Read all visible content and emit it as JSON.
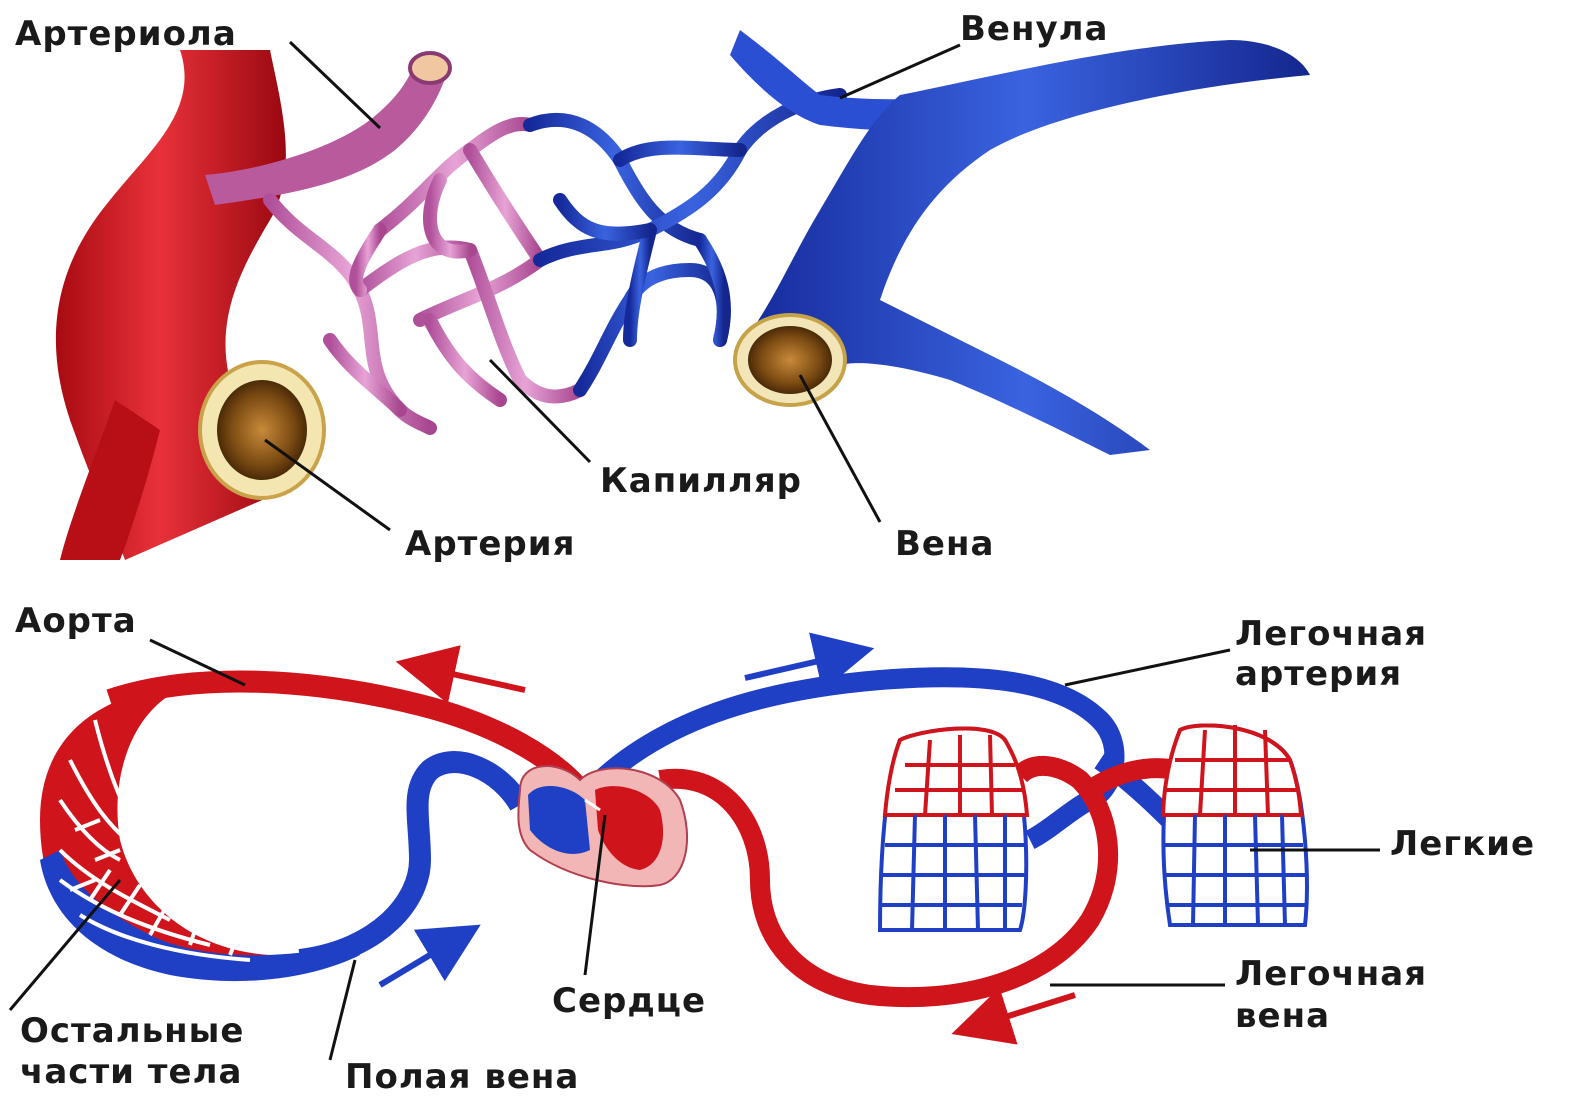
{
  "top_panel": {
    "labels": {
      "arteriole": "Артериола",
      "venule": "Венула",
      "capillary": "Капилляр",
      "artery": "Артерия",
      "vein": "Вена"
    }
  },
  "bottom_panel": {
    "labels": {
      "aorta": "Аорта",
      "pulmonary_artery_line1": "Легочная",
      "pulmonary_artery_line2": "артерия",
      "lungs": "Легкие",
      "pulmonary_vein_line1": "Легочная",
      "pulmonary_vein_line2": "вена",
      "heart": "Сердце",
      "vena_cava": "Полая вена",
      "body_parts_line1": "Остальные",
      "body_parts_line2": "части тела"
    }
  },
  "colors": {
    "arterial_red": "#d0141c",
    "venous_blue": "#1f3fc4",
    "capillary_pink": "#d98ac2",
    "heart_pink": "#f2b6b6",
    "label_text": "#1a1a1a"
  }
}
